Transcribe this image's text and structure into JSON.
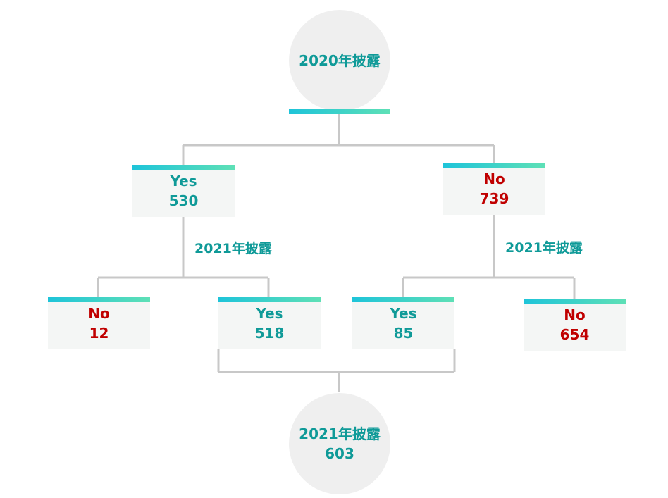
{
  "root": {
    "label": "2020年披露"
  },
  "branches": {
    "yes": {
      "label": "Yes",
      "count": "530"
    },
    "no": {
      "label": "No",
      "count": "739"
    }
  },
  "sub_labels": {
    "left": "2021年披露",
    "right": "2021年披露"
  },
  "leaves": {
    "yes_no": {
      "label": "No",
      "count": "12"
    },
    "yes_yes": {
      "label": "Yes",
      "count": "518"
    },
    "no_yes": {
      "label": "Yes",
      "count": "85"
    },
    "no_no": {
      "label": "No",
      "count": "654"
    }
  },
  "result": {
    "label": "2021年披露",
    "count": "603"
  },
  "colors": {
    "teal": "#0f9a98",
    "red": "#c00000",
    "line": "#c8c8c8",
    "circle": "#efefef",
    "box": "#f4f6f5"
  }
}
